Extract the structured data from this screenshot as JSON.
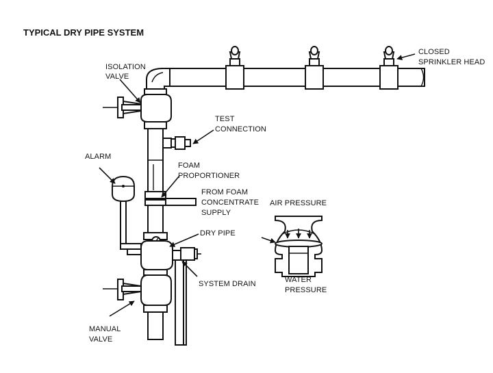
{
  "diagram": {
    "title": "TYPICAL DRY PIPE SYSTEM",
    "labels": {
      "isolation_valve": [
        "ISOLATION",
        "VALVE"
      ],
      "closed_sprinkler_head": [
        "CLOSED",
        "SPRINKLER HEAD"
      ],
      "test_connection": [
        "TEST",
        "CONNECTION"
      ],
      "alarm": [
        "ALARM"
      ],
      "foam_proportioner": [
        "FOAM",
        "PROPORTIONER"
      ],
      "from_foam_concentrate_supply": [
        "FROM FOAM",
        "CONCENTRATE",
        "SUPPLY"
      ],
      "air_pressure": [
        "AIR PRESSURE"
      ],
      "dry_pipe": [
        "DRY PIPE"
      ],
      "system_drain": [
        "SYSTEM DRAIN"
      ],
      "water_pressure": [
        "WATER",
        "PRESSURE"
      ],
      "manual_valve": [
        "MANUAL",
        "VALVE"
      ]
    }
  }
}
